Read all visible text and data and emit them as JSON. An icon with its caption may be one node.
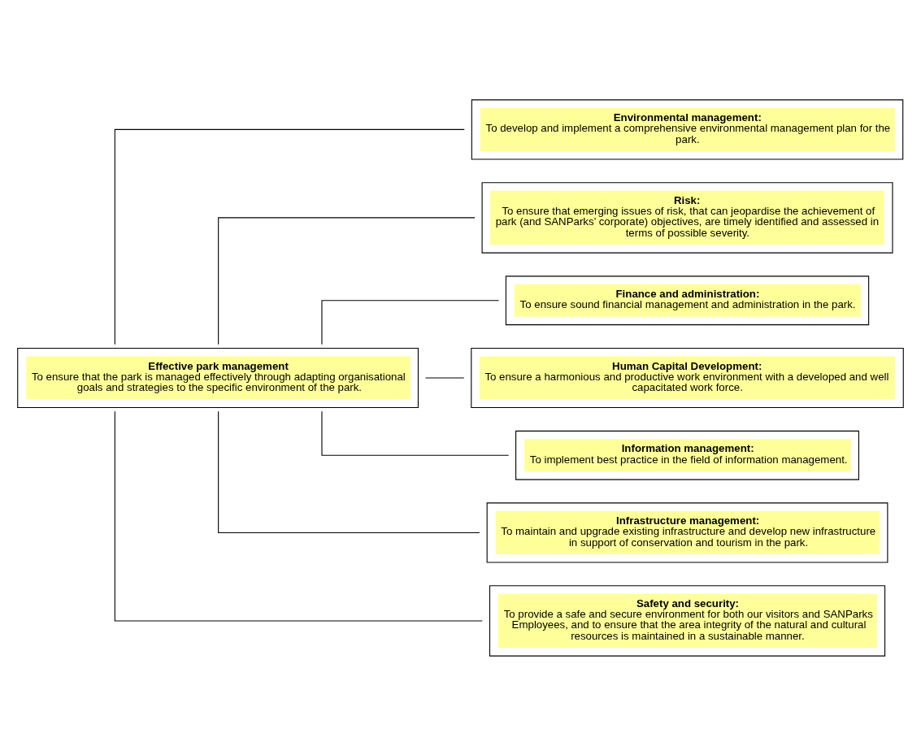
{
  "diagram": {
    "nodes": [
      {
        "text": [
          "Effective park management",
          "To ensure that the park is managed effectively through adapting organisational goals and strategies to the specific environment of the park."
        ]
      },
      {
        "text": [
          "Environmental management:",
          "To develop and implement a comprehensive environmental management plan for the park."
        ]
      },
      {
        "text": [
          "Risk:",
          "To ensure that emerging issues of risk, that can jeopardise the achievement of park (and SANParks’ corporate) objectives, are timely identified and assessed in terms of possible severity."
        ]
      },
      {
        "text": [
          "Finance and administration:",
          "To ensure sound financial management and administration in the park."
        ]
      },
      {
        "text": [
          "Human Capital Development:",
          "To ensure a harmonious and productive work environment with a developed and well capacitated work force."
        ]
      },
      {
        "text": [
          "Information management:",
          "To implement best practice in the field of information management."
        ]
      },
      {
        "text": [
          "Infrastructure management:",
          "To maintain and upgrade existing infrastructure and develop new infrastructure in support of conservation and tourism in the park."
        ]
      },
      {
        "text": [
          "Safety and security:",
          "To provide a safe and secure environment for both our visitors and SANParks Employees, and to ensure that the area integrity of the natural and cultural resources is maintained in a sustainable manner."
        ]
      }
    ],
    "edges": [
      {
        "from": 0,
        "to": 1,
        "arrow": "none"
      },
      {
        "from": 0,
        "to": 2,
        "arrow": "none"
      },
      {
        "from": 0,
        "to": 3,
        "arrow": "none"
      },
      {
        "from": 0,
        "to": 4,
        "arrow": "none"
      },
      {
        "from": 0,
        "to": 5,
        "arrow": "none"
      },
      {
        "from": 0,
        "to": 6,
        "arrow": "none"
      },
      {
        "from": 0,
        "to": 7,
        "arrow": "none"
      }
    ]
  }
}
